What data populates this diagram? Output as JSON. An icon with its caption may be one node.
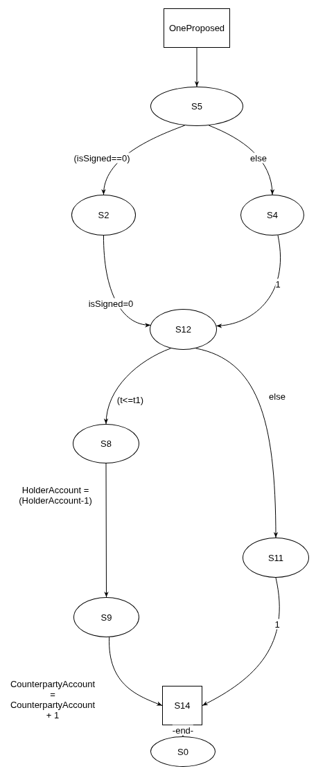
{
  "diagram": {
    "nodes": [
      {
        "text": [
          "OneProposed"
        ]
      },
      {
        "text": [
          "S5"
        ]
      },
      {
        "text": [
          "S2"
        ]
      },
      {
        "text": [
          "S4"
        ]
      },
      {
        "text": [
          "S12"
        ]
      },
      {
        "text": [
          "S8"
        ]
      },
      {
        "text": [
          "S11"
        ]
      },
      {
        "text": [
          "S9"
        ]
      },
      {
        "text": [
          "S14"
        ]
      },
      {
        "text": [
          "S0"
        ]
      }
    ],
    "edges": [
      {
        "from": 0,
        "to": 1,
        "arrow": "to"
      },
      {
        "from": 1,
        "to": 2,
        "arrow": "to",
        "label": "(isSigned==0)"
      },
      {
        "from": 1,
        "to": 3,
        "arrow": "to",
        "label": "else"
      },
      {
        "from": 2,
        "to": 4,
        "arrow": "to",
        "label": "isSigned=0"
      },
      {
        "from": 3,
        "to": 4,
        "arrow": "to",
        "label": "1"
      },
      {
        "from": 4,
        "to": 5,
        "arrow": "to",
        "label": "(t<=t1)"
      },
      {
        "from": 4,
        "to": 6,
        "arrow": "to",
        "label": "else"
      },
      {
        "from": 5,
        "to": 7,
        "arrow": "to",
        "label": "HolderAccount = (HolderAccount-1)"
      },
      {
        "from": 6,
        "to": 8,
        "arrow": "to",
        "label": "1"
      },
      {
        "from": 7,
        "to": 8,
        "arrow": "to",
        "label": "CounterpartyAccount = CounterpartyAccount + 1"
      },
      {
        "from": 8,
        "to": 9,
        "arrow": "to",
        "label": "-end-"
      }
    ]
  }
}
